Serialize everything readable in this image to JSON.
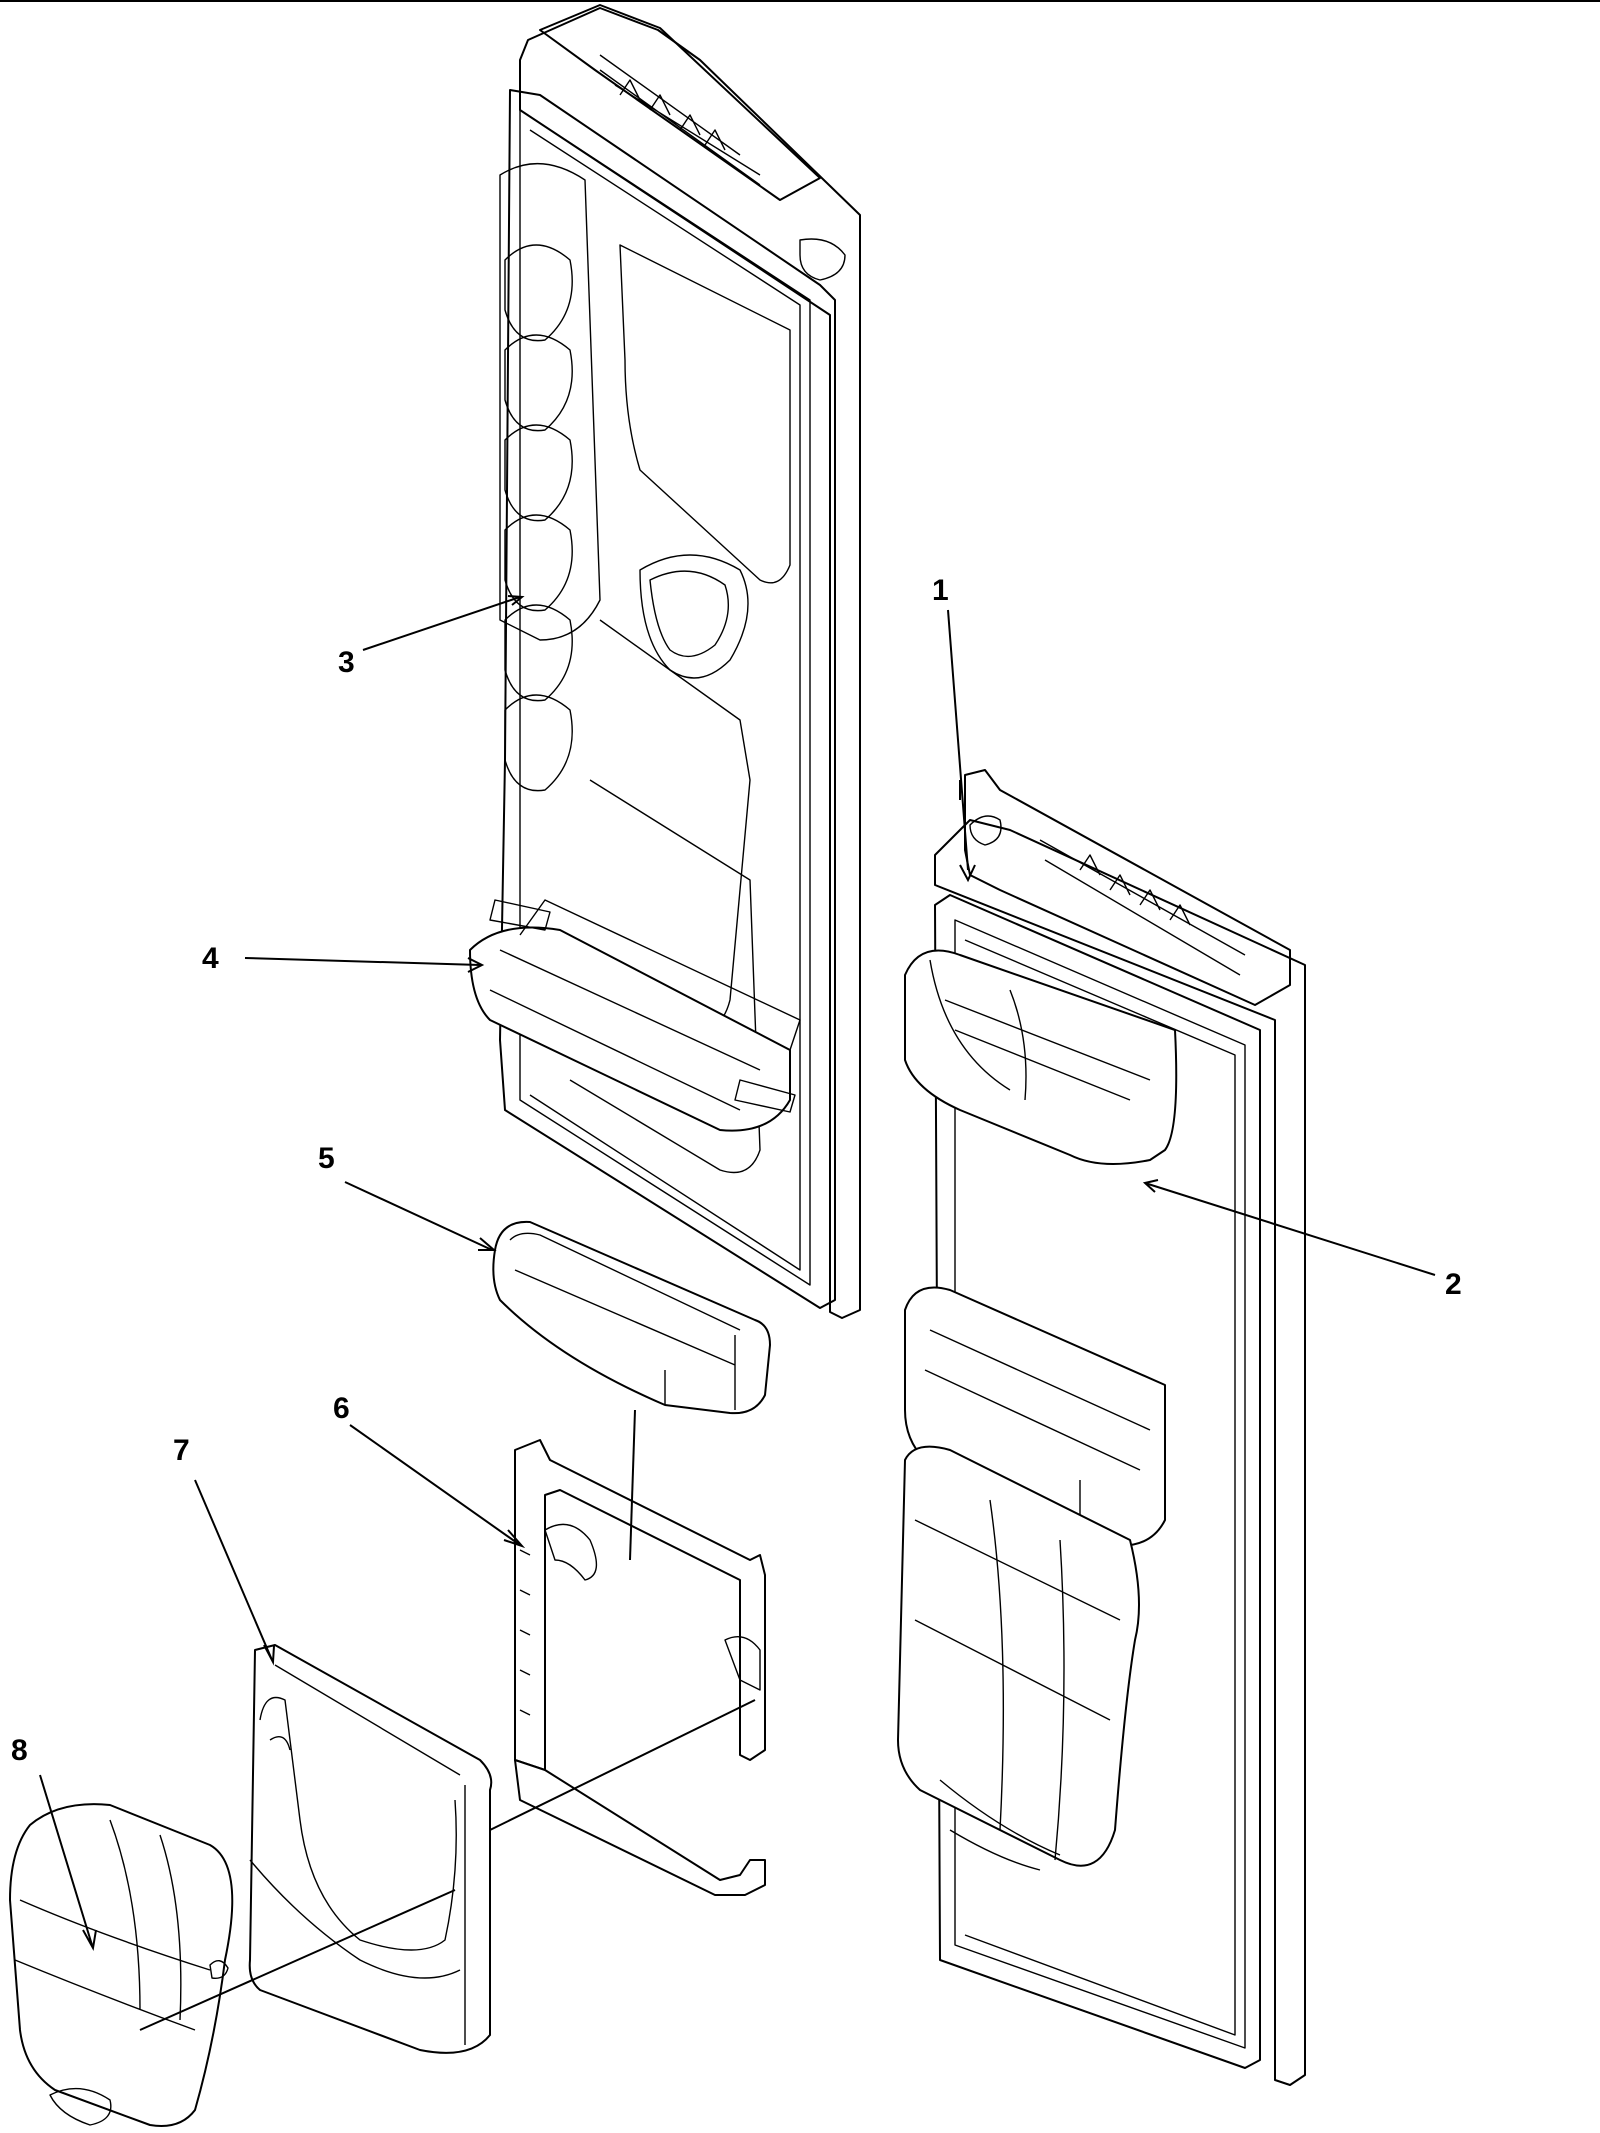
{
  "diagram": {
    "title": "",
    "callouts": [
      {
        "id": "1",
        "label": "1"
      },
      {
        "id": "2",
        "label": "2"
      },
      {
        "id": "3",
        "label": "3"
      },
      {
        "id": "4",
        "label": "4"
      },
      {
        "id": "5",
        "label": "5"
      },
      {
        "id": "6",
        "label": "6"
      },
      {
        "id": "7",
        "label": "7"
      },
      {
        "id": "8",
        "label": "8"
      }
    ]
  }
}
